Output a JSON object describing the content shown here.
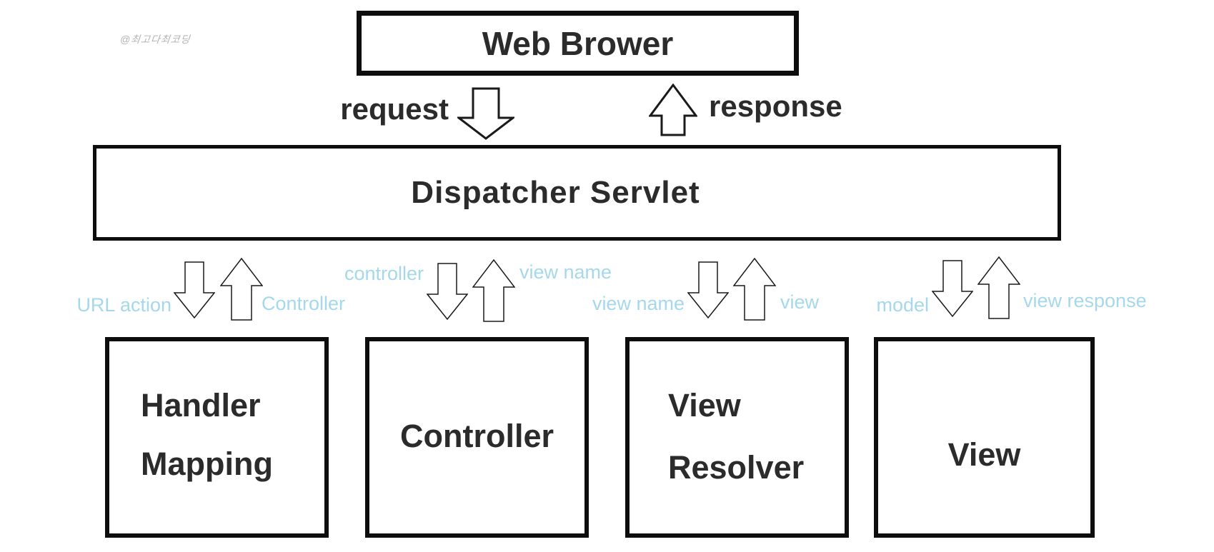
{
  "watermark": "@최고다최코딩",
  "colors": {
    "ink": "#2b2b2b",
    "border": "#0d0d0d",
    "connection_label_blue": "#a5d8eb",
    "background": "#ffffff"
  },
  "top_box": {
    "label": "Web Brower"
  },
  "flow_top": {
    "request_label": "request",
    "response_label": "response"
  },
  "dispatcher_box": {
    "label": "Dispatcher Servlet"
  },
  "connections": [
    {
      "down_label": "URL action",
      "up_label": "Controller"
    },
    {
      "down_label": "controller",
      "up_label": "view name"
    },
    {
      "down_label": "view name",
      "up_label": "view"
    },
    {
      "down_label": "model",
      "up_label": "view response"
    }
  ],
  "bottom_boxes": [
    {
      "lines": [
        "Handler",
        "Mapping"
      ]
    },
    {
      "lines": [
        "Controller"
      ]
    },
    {
      "lines": [
        "View",
        "Resolver"
      ]
    },
    {
      "lines": [
        "View"
      ]
    }
  ],
  "icons": {
    "down_block_arrow": "down-block-arrow",
    "up_block_arrow": "up-block-arrow"
  }
}
